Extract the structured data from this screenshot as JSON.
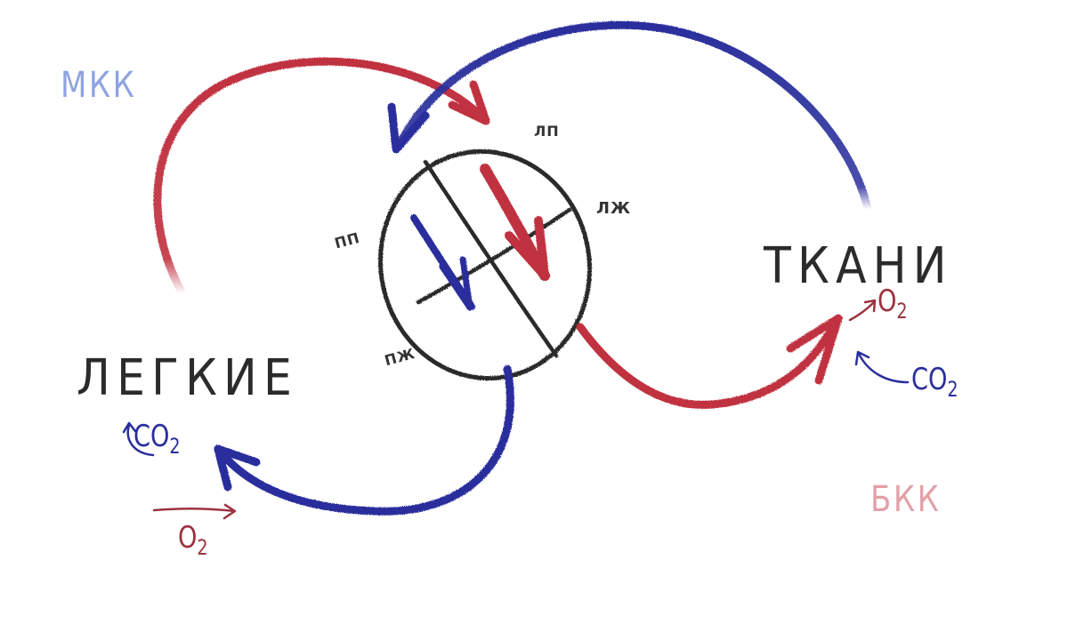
{
  "labels": {
    "mkk": "МКК",
    "bkk": "БКК",
    "lungs": "ЛЕГКИЕ",
    "tissues": "ТКАНИ",
    "lp": "ЛП",
    "pp": "ПП",
    "lzh": "ЛЖ",
    "pzh": "ПЖ"
  },
  "gases": {
    "lungs_co2": {
      "base": "CO",
      "sub": "2"
    },
    "lungs_o2": {
      "base": "O",
      "sub": "2"
    },
    "tissues_o2": {
      "base": "O",
      "sub": "2"
    },
    "tissues_co2": {
      "base": "CO",
      "sub": "2"
    }
  },
  "colors": {
    "arterial": "#c0303f",
    "venous": "#2a2f9c",
    "heart_outline": "#2b2b2b",
    "mkk_label": "#8fa3e0",
    "bkk_label": "#e3a0a8",
    "dark_red": "#9c3340"
  }
}
